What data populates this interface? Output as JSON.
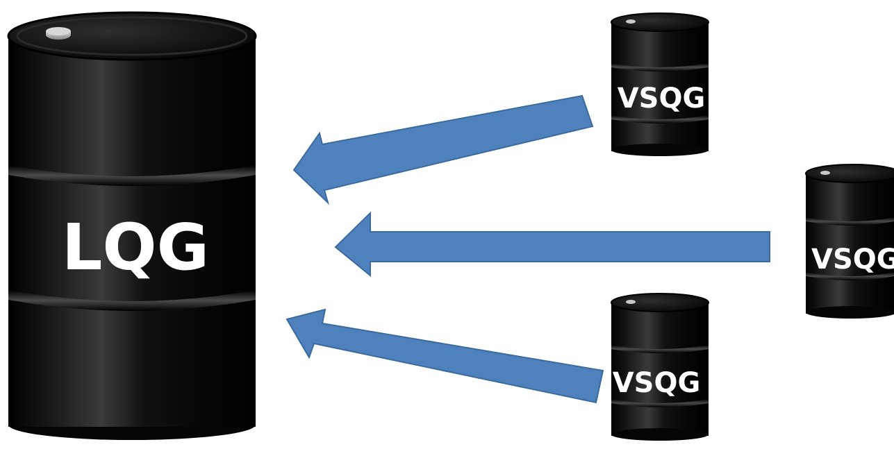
{
  "diagram": {
    "main_barrel": {
      "label": "LQG"
    },
    "small_barrels": [
      {
        "label": "VSQG"
      },
      {
        "label": "VSQG"
      },
      {
        "label": "VSQG"
      }
    ],
    "colors": {
      "arrow_fill": "#4F81BD",
      "arrow_stroke": "#3A6A9E",
      "barrel_body": "#0a0a0a",
      "label_text": "#ffffff"
    }
  }
}
